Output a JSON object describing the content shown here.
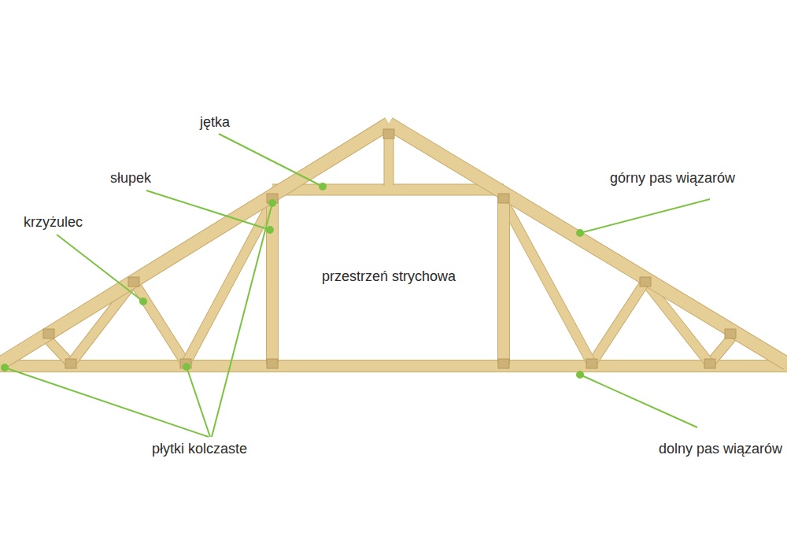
{
  "diagram": {
    "labels": [
      "jętka",
      "słupek",
      "krzyżulec",
      "górny pas wiązarów",
      "przestrzeń strychowa",
      "płytki kolczaste",
      "dolny pas wiązarów"
    ]
  }
}
